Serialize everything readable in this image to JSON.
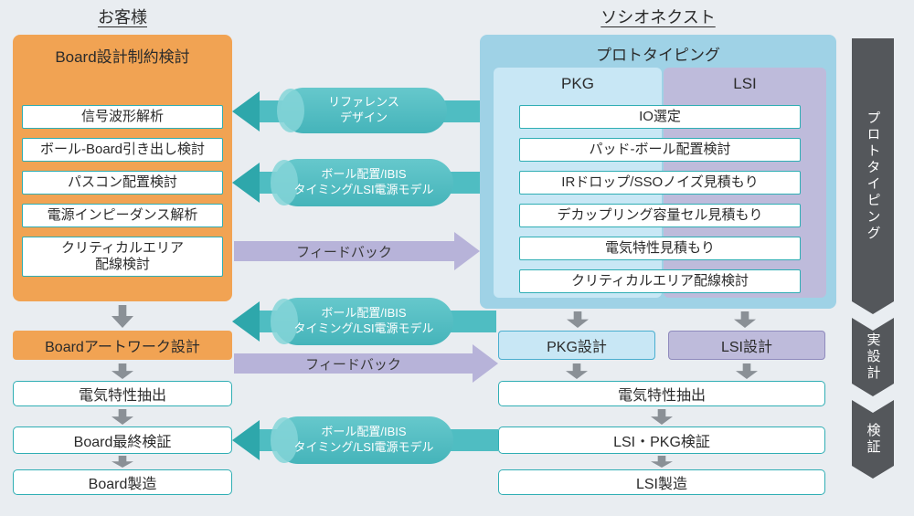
{
  "headers": {
    "customer": "お客様",
    "vendor": "ソシオネクスト"
  },
  "customer_column": {
    "panel_title": "Board設計制約検討",
    "tasks": [
      "信号波形解析",
      "ボール-Board引き出し検討",
      "パスコン配置検討",
      "電源インピーダンス解析",
      "クリティカルエリア\n配線検討"
    ],
    "artwork_step": "Boardアートワーク設計",
    "flow_steps": [
      "電気特性抽出",
      "Board最終検証",
      "Board製造"
    ]
  },
  "vendor_column": {
    "panel_title": "プロトタイピング",
    "pkg_label": "PKG",
    "lsi_label": "LSI",
    "tasks": [
      "IO選定",
      "パッド-ボール配置検討",
      "IRドロップ/SSOノイズ見積もり",
      "デカップリング容量セル見積もり",
      "電気特性見積もり",
      "クリティカルエリア配線検討"
    ],
    "pkg_design_step": "PKG設計",
    "lsi_design_step": "LSI設計",
    "flow_steps": [
      "電気特性抽出",
      "LSI・PKG検証",
      "LSI製造"
    ]
  },
  "connectors": {
    "reference_design": "リファレンス\nデザイン",
    "model_bundle": "ボール配置/IBIS\nタイミング/LSI電源モデル",
    "feedback": "フィードバック"
  },
  "phase_ribbons": [
    "プロトタイピング",
    "実設計",
    "検証"
  ],
  "colors": {
    "background": "#E9EDF1",
    "customer_accent": "#F1A353",
    "vendor_panel": "#9FD2E6",
    "pkg_fill": "#C8E7F5",
    "lsi_fill": "#BEBBDB",
    "teal_connector": "#4FBDC2",
    "feedback_connector": "#B7B3D9",
    "box_border": "#2FAEB4",
    "ribbon": "#54575B"
  }
}
